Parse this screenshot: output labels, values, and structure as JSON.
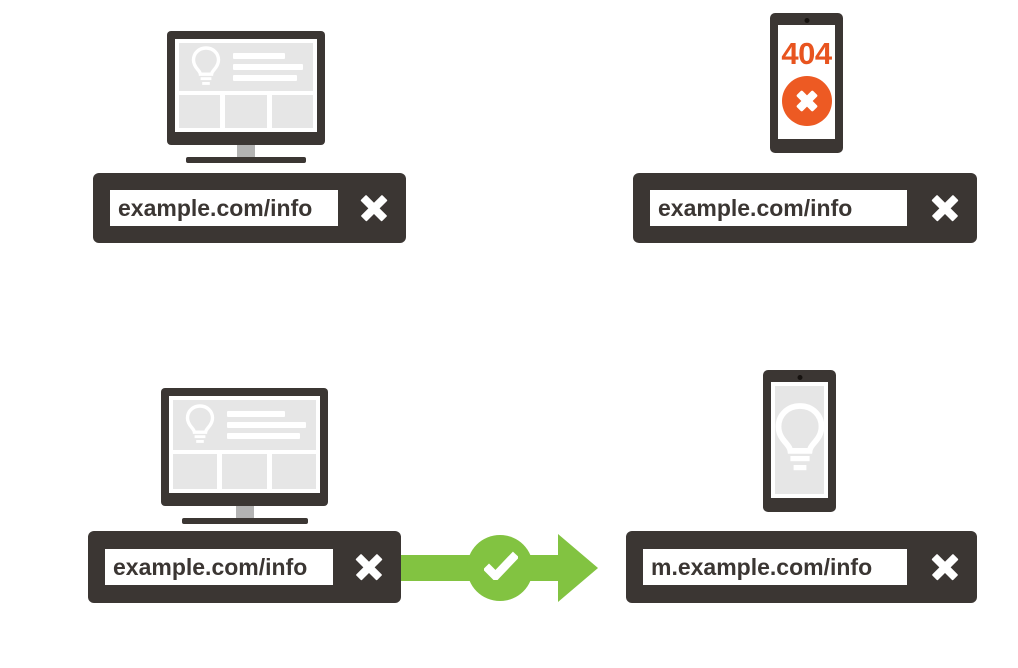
{
  "page": {
    "title": "Mobile redirect diagram",
    "background_color": "#ffffff"
  },
  "colors": {
    "dark": "#3b3633",
    "orange": "#ed5a23",
    "orange_text": "#e8541f",
    "green": "#82c341",
    "screen_gray": "#e6e6e6",
    "white": "#ffffff"
  },
  "panels": {
    "top_left": {
      "device": "desktop-monitor",
      "device_state": "page-loads",
      "url_bar": {
        "url": "example.com/info",
        "close_icon": "close-x-icon"
      },
      "page_content": {
        "hero_icon": "lightbulb-icon",
        "text_lines": 3,
        "tiles": 3
      }
    },
    "top_right": {
      "device": "mobile-phone",
      "device_state": "error",
      "error": {
        "code": "404",
        "icon": "error-circle-x-icon"
      },
      "url_bar": {
        "url": "example.com/info",
        "close_icon": "close-x-icon"
      }
    },
    "bottom_left": {
      "device": "desktop-monitor",
      "device_state": "page-loads",
      "url_bar": {
        "url": "example.com/info",
        "close_icon": "close-x-icon"
      },
      "page_content": {
        "hero_icon": "lightbulb-icon",
        "text_lines": 3,
        "tiles": 3
      }
    },
    "bottom_right": {
      "device": "mobile-phone",
      "device_state": "page-loads",
      "page_content": {
        "hero_icon": "lightbulb-icon"
      },
      "url_bar": {
        "url": "m.example.com/info",
        "close_icon": "close-x-icon"
      }
    },
    "connector": {
      "icon": "check-circle-icon",
      "direction": "right",
      "meaning": "successful-redirect",
      "color": "#82c341"
    }
  }
}
